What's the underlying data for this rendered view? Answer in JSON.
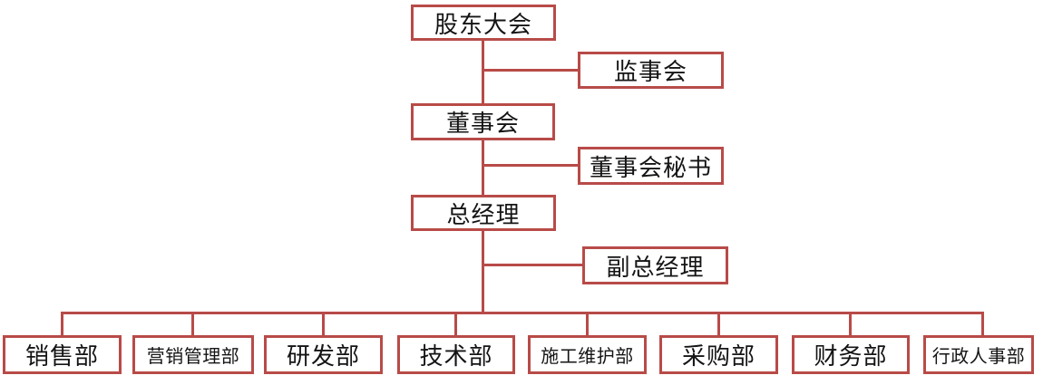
{
  "org_chart": {
    "colors": {
      "accent": "#b84b48",
      "text": "#141414",
      "background": "#ffffff"
    },
    "nodes": [
      {
        "id": "shareholders-meeting",
        "label": "股东大会",
        "reports_to": null
      },
      {
        "id": "supervisory-board",
        "label": "监事会",
        "reports_to": "shareholders-meeting"
      },
      {
        "id": "board-of-directors",
        "label": "董事会",
        "reports_to": "shareholders-meeting"
      },
      {
        "id": "board-secretary",
        "label": "董事会秘书",
        "reports_to": "board-of-directors"
      },
      {
        "id": "general-manager",
        "label": "总经理",
        "reports_to": "board-of-directors"
      },
      {
        "id": "deputy-general-manager",
        "label": "副总经理",
        "reports_to": "general-manager"
      },
      {
        "id": "sales-dept",
        "label": "销售部",
        "reports_to": "general-manager"
      },
      {
        "id": "marketing-management-dept",
        "label": "营销管理部",
        "reports_to": "general-manager"
      },
      {
        "id": "rd-dept",
        "label": "研发部",
        "reports_to": "general-manager"
      },
      {
        "id": "technology-dept",
        "label": "技术部",
        "reports_to": "general-manager"
      },
      {
        "id": "construction-maintenance-dept",
        "label": "施工维护部",
        "reports_to": "general-manager"
      },
      {
        "id": "procurement-dept",
        "label": "采购部",
        "reports_to": "general-manager"
      },
      {
        "id": "finance-dept",
        "label": "财务部",
        "reports_to": "general-manager"
      },
      {
        "id": "admin-hr-dept",
        "label": "行政人事部",
        "reports_to": "general-manager"
      }
    ]
  }
}
